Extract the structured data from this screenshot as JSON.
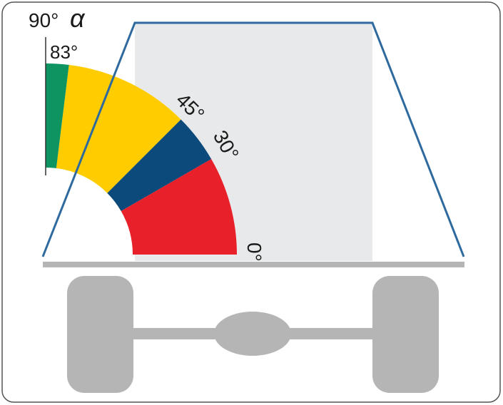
{
  "labels": {
    "top_angle": "90°",
    "alpha_symbol": "α",
    "angle_83": "83°",
    "angle_45": "45°",
    "angle_30": "30°",
    "angle_0": "0°"
  },
  "angle_sectors": [
    {
      "from_deg": 0,
      "to_deg": 30,
      "color": "#E8202A",
      "name": "sector-0-30"
    },
    {
      "from_deg": 30,
      "to_deg": 45,
      "color": "#0B4A7A",
      "name": "sector-30-45"
    },
    {
      "from_deg": 45,
      "to_deg": 83,
      "color": "#FFCC00",
      "name": "sector-45-83"
    },
    {
      "from_deg": 83,
      "to_deg": 90,
      "color": "#0E9460",
      "name": "sector-83-90"
    }
  ],
  "colors": {
    "red": "#E8202A",
    "navy": "#0B4A7A",
    "yellow": "#FFCC00",
    "green": "#0E9460",
    "outline_blue": "#2E6A9E",
    "axle_gray": "#B5B5B5",
    "load_area_gray": "#E8E9EA",
    "frame_border": "#555555"
  },
  "icons": {
    "vehicle": "vehicle-axle-icon"
  }
}
